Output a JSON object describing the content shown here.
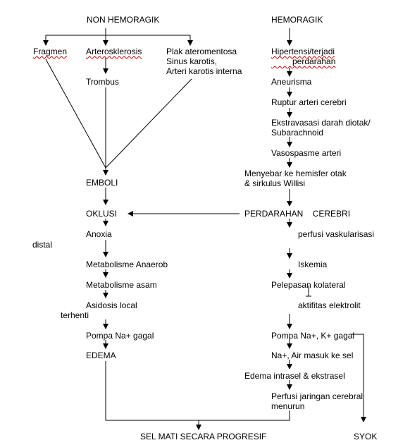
{
  "left_column": {
    "header": "NON HEMORAGIK",
    "fragmen": "Fragmen",
    "arterosklerosis": "Arterosklerosis",
    "plak": "Plak ateromentosa\nSinus karotis,\nArteri karotis interna",
    "trombus": "Trombus",
    "emboli": "EMBOLI",
    "oklusi": "OKLUSI",
    "anoxia": "Anoxia",
    "distal": "distal",
    "metabolisme_anaerob": "Metabolisme Anaerob",
    "metabolisme_asam": "Metabolisme asam",
    "asidosis": "Asidosis local",
    "terhenti": "terhenti",
    "pompa": "Pompa Na+ gagal",
    "edema": "EDEMA"
  },
  "right_column": {
    "header": "HEMORAGIK",
    "hipertensi": "Hipertensi/terjadi\n         perdarahan",
    "aneurisma": "Aneurisma",
    "ruptur": "Ruptur arteri cerebri",
    "ekstravasasi": "Ekstravasasi darah diotak/\nSubarachnoid",
    "vasospasme": "Vasospasme arteri",
    "menyebar": "Menyebar ke hemisfer otak\n& sirkulus Willisi",
    "perdarahan_cerebri": "PERDARAHAN    CEREBRI",
    "perfusi_vaskularisasi": "perfusi vaskularisasi",
    "iskemia": "Iskemia",
    "pelepasan": "Pelepasan kolateral",
    "aktifitas": "aktifitas elektrolit",
    "pompa": "Pompa Na+, K+ gagal",
    "na_air": "Na+, Air masuk ke sel",
    "edema_intrasel": "Edema intrasel & ekstrasel",
    "perfusi_jaringan": "Perfusi jaringan cerebral\nmenurun"
  },
  "bottom": {
    "sel_mati": "SEL MATI SECARA PROGRESIF",
    "syok": "SYOK"
  }
}
